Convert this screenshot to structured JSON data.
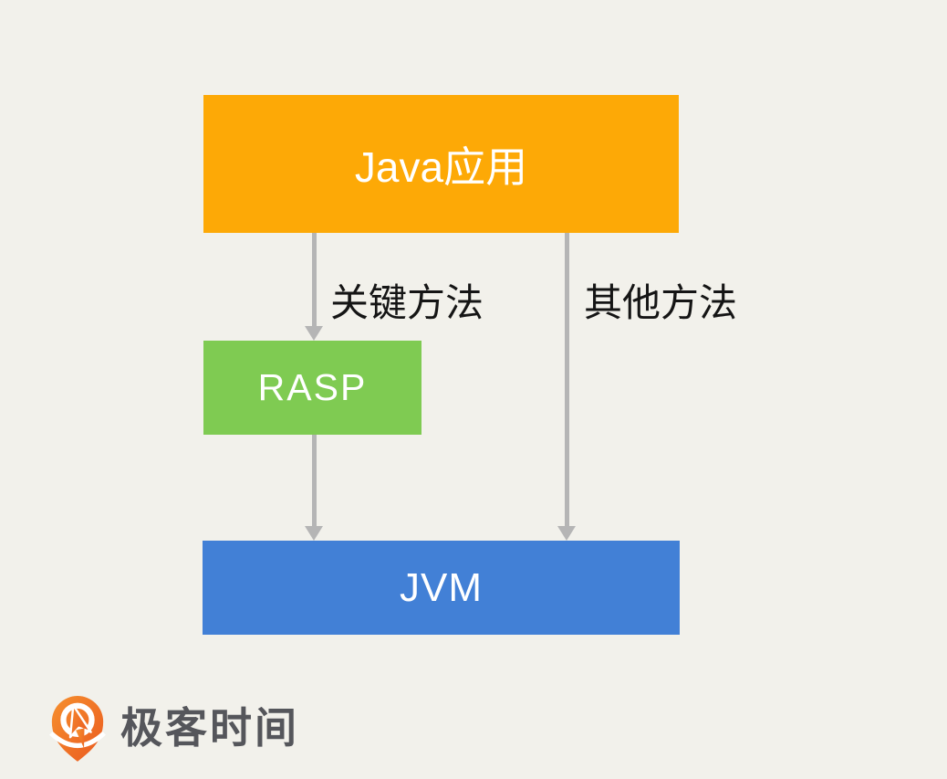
{
  "background_color": "#F2F1EB",
  "diagram": {
    "nodes": {
      "java_app": {
        "label": "Java应用",
        "color": "#FDA906",
        "text_color": "#FFFFFF"
      },
      "rasp": {
        "label": "RASP",
        "color": "#7FCB52",
        "text_color": "#FFFFFF"
      },
      "jvm": {
        "label": "JVM",
        "color": "#4280D6",
        "text_color": "#FFFFFF"
      }
    },
    "edges": [
      {
        "from": "java_app",
        "to": "rasp",
        "label": "关键方法"
      },
      {
        "from": "java_app",
        "to": "jvm",
        "label": "其他方法"
      },
      {
        "from": "rasp",
        "to": "jvm",
        "label": ""
      }
    ],
    "arrow_color": "#B5B5B5",
    "edge_label_color": "#151515"
  },
  "branding": {
    "logo_text": "极客时间",
    "logo_text_color": "#55565B",
    "logo_icon": "geektime-pin-icon",
    "logo_icon_colors": {
      "orange_light": "#F6902E",
      "orange_dark": "#EA5A20"
    }
  }
}
